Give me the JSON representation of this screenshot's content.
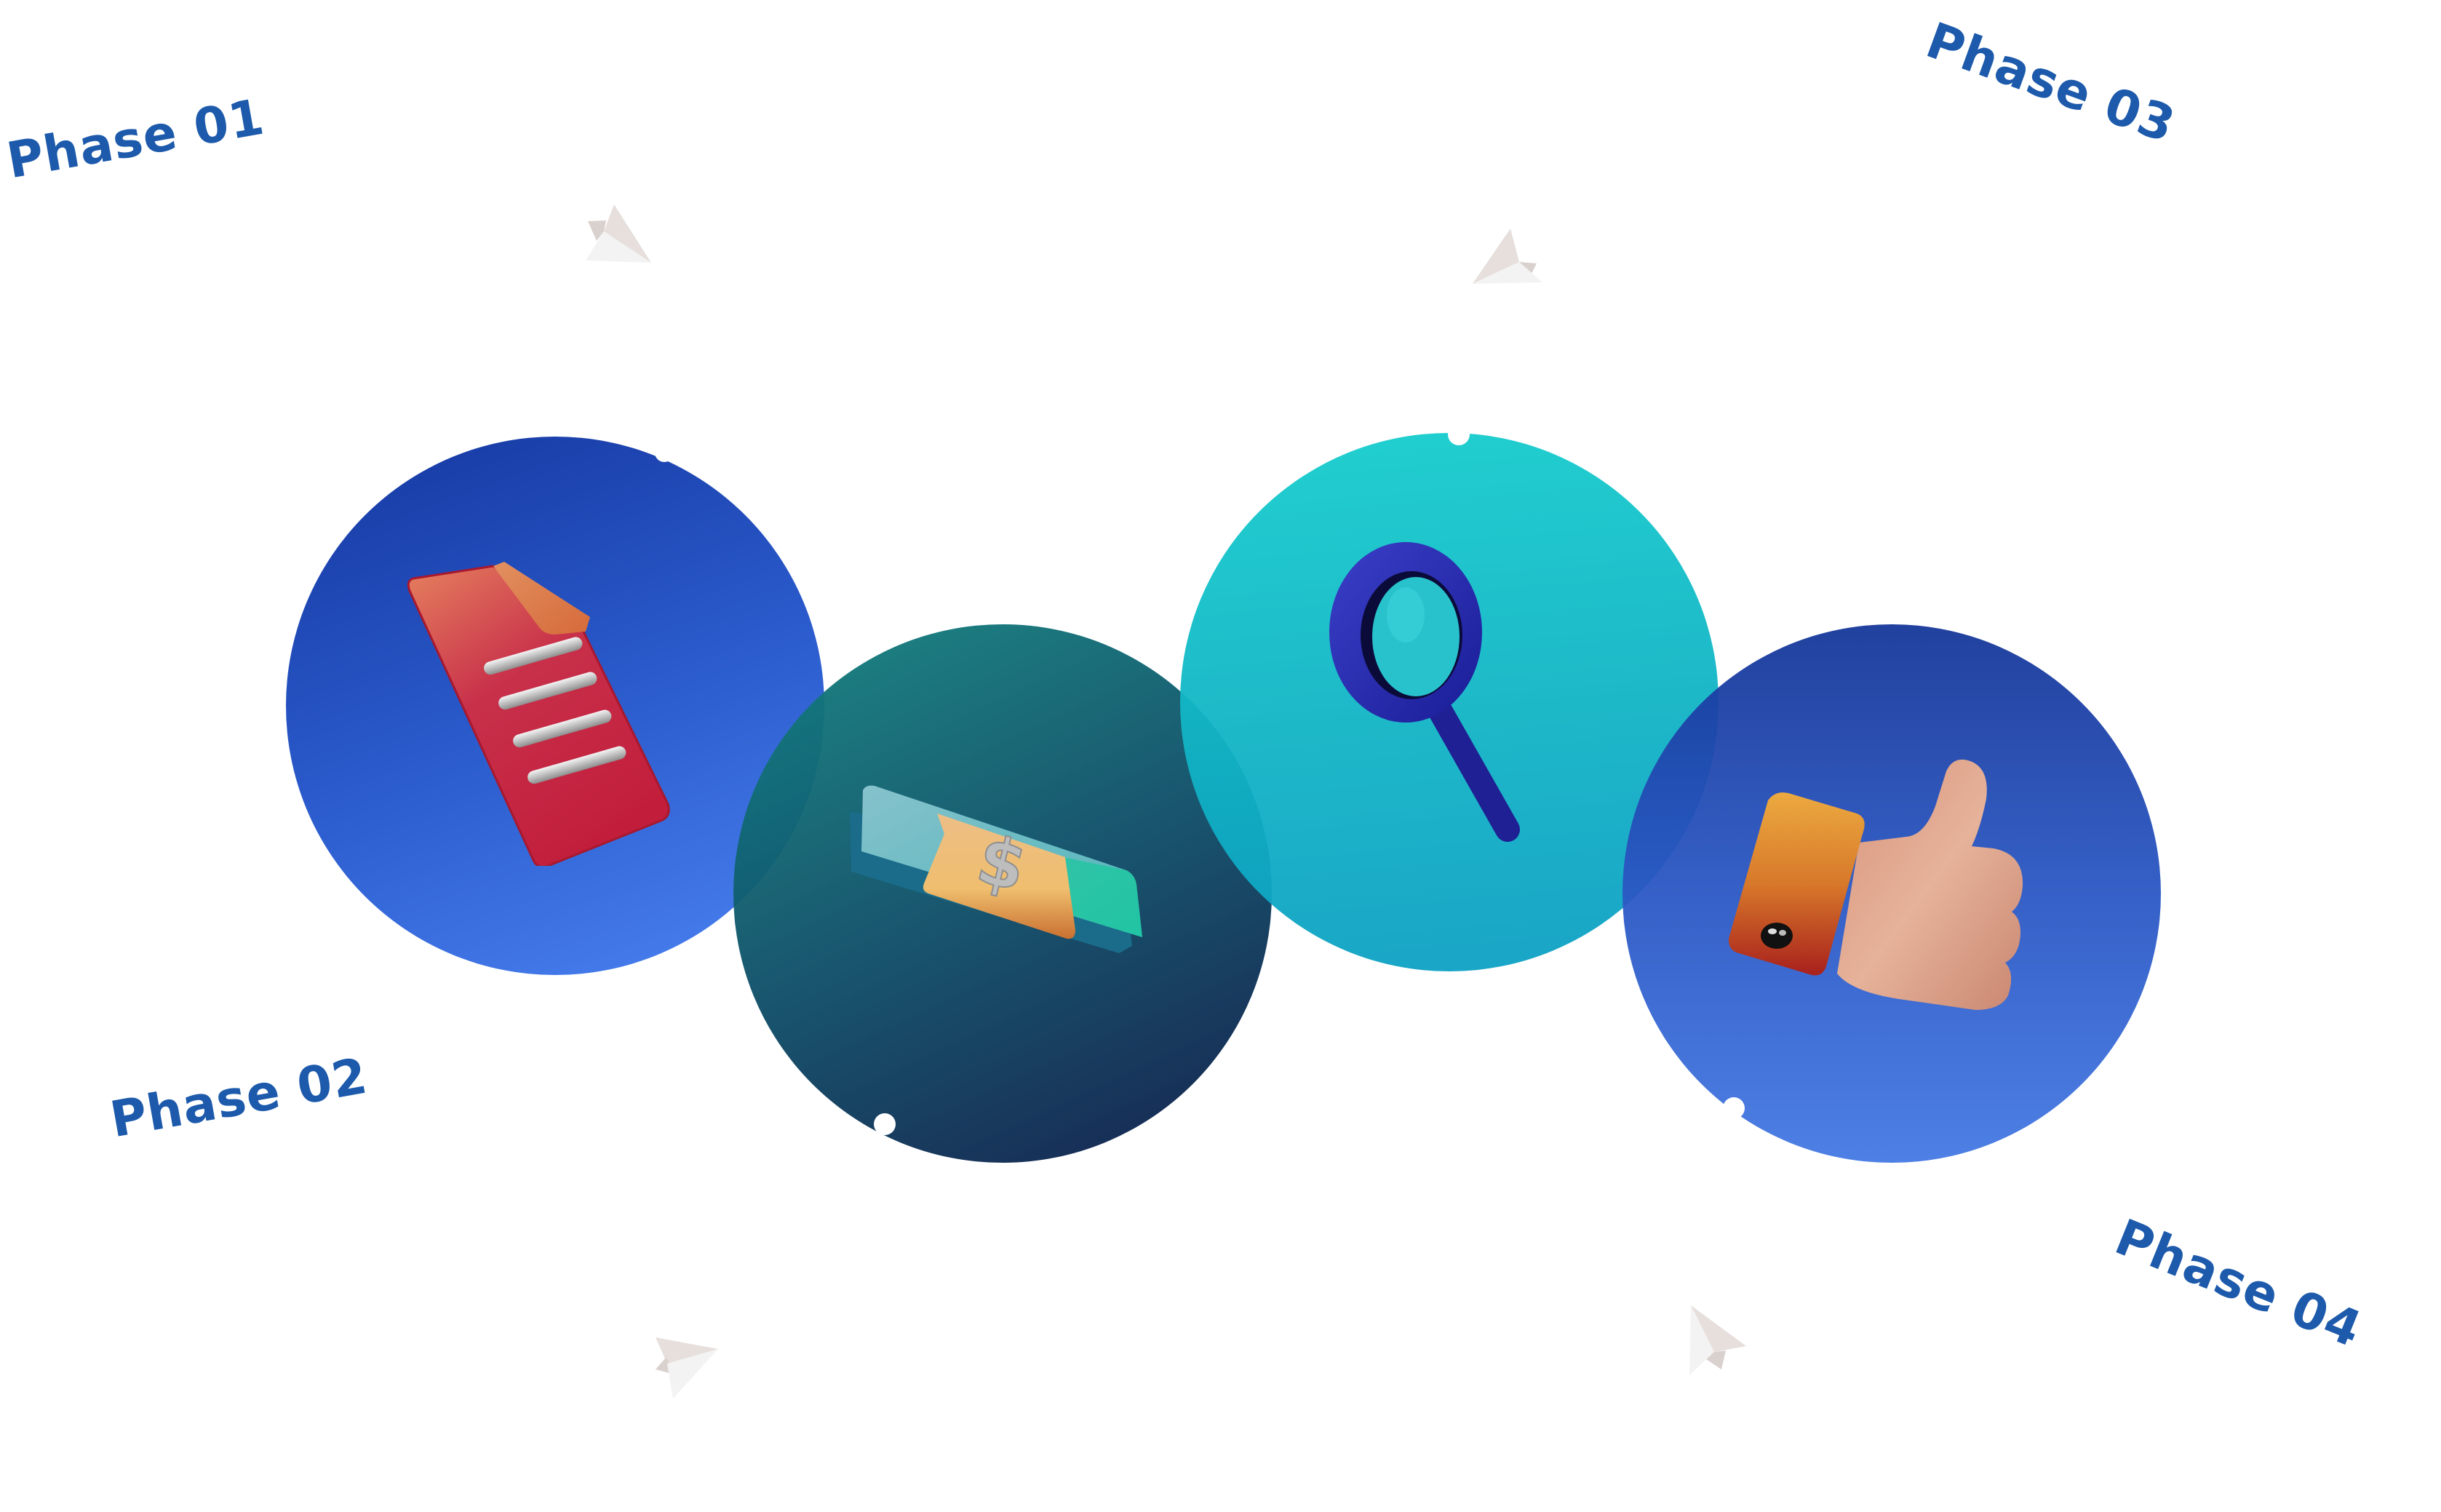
{
  "phases": [
    {
      "label": "Phase 01",
      "icon": "document-icon"
    },
    {
      "label": "Phase 02",
      "icon": "money-stack-icon"
    },
    {
      "label": "Phase 03",
      "icon": "magnifier-icon"
    },
    {
      "label": "Phase 04",
      "icon": "thumbs-up-icon"
    }
  ],
  "colors": {
    "label": "#1D5AAB",
    "circle1": [
      "#1537A0",
      "#4B82F2"
    ],
    "circle2": [
      "#138480",
      "#0D1A48"
    ],
    "circle3": [
      "#15CDCD",
      "#0D9FC4"
    ],
    "circle4": [
      "#163799",
      "#4479E3"
    ],
    "plane": "#E6E0DE"
  },
  "money_symbol": "$",
  "decorations": [
    "paper-plane-icon",
    "paper-plane-icon",
    "paper-plane-icon",
    "paper-plane-icon"
  ]
}
